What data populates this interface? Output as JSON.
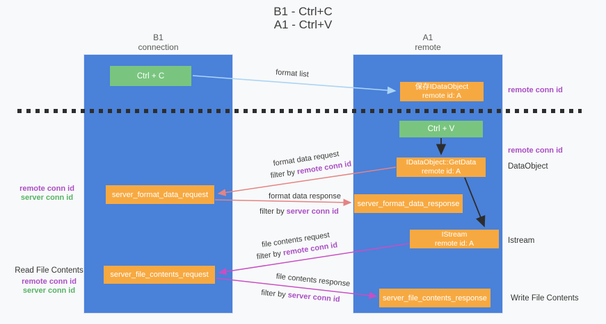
{
  "title": {
    "line1": "B1 - Ctrl+C",
    "line2": "A1 - Ctrl+V"
  },
  "columns": {
    "left": {
      "name": "B1",
      "role": "connection"
    },
    "right": {
      "name": "A1",
      "role": "remote"
    }
  },
  "nodes": {
    "ctrl_c": {
      "label": "Ctrl + C"
    },
    "save_idataobject": {
      "line1": "保存IDataObject",
      "line2": "remote id: A"
    },
    "ctrl_v": {
      "label": "Ctrl + V"
    },
    "getdata": {
      "line1": "IDataObject::GetData",
      "line2": "remote id: A"
    },
    "server_format_data_request": {
      "label": "server_format_data_request"
    },
    "server_format_data_response": {
      "label": "server_format_data_response"
    },
    "istream": {
      "line1": "IStream",
      "line2": "remote id: A"
    },
    "server_file_contents_request": {
      "label": "server_file_contents_request"
    },
    "server_file_contents_response": {
      "label": "server_file_contents_response"
    }
  },
  "annotations": {
    "right_remote_conn_id_top": "remote conn id",
    "right_remote_conn_id_mid": "remote conn id",
    "right_dataobject": "DataObject",
    "right_istream": "Istream",
    "right_write_file_contents": "Write File Contents",
    "left_remote_conn_id_1": "remote conn id",
    "left_server_conn_id_1": "server conn id",
    "left_read_file_contents": "Read File Contents",
    "left_remote_conn_id_2": "remote conn id",
    "left_server_conn_id_2": "server conn id"
  },
  "arrow_labels": {
    "format_list": "format list",
    "format_data_request": "format data request",
    "format_data_response": "format data response",
    "file_contents_request": "file contents request",
    "file_contents_response": "file contents response",
    "filter_by_prefix": "filter by ",
    "filter_remote_conn_id": "remote conn id",
    "filter_server_conn_id": "server conn id"
  },
  "colors": {
    "lifeline_blue": "#4a81d9",
    "action_green": "#79c57f",
    "message_orange": "#f7a941",
    "remote_conn_purple": "#a94fc3",
    "server_conn_green": "#57b366",
    "request_arrow_salmon": "#e58383",
    "file_arrow_magenta": "#c84fc4",
    "format_list_arrow_blue": "#aad4f5",
    "black_arrow": "#2d2d2d"
  }
}
